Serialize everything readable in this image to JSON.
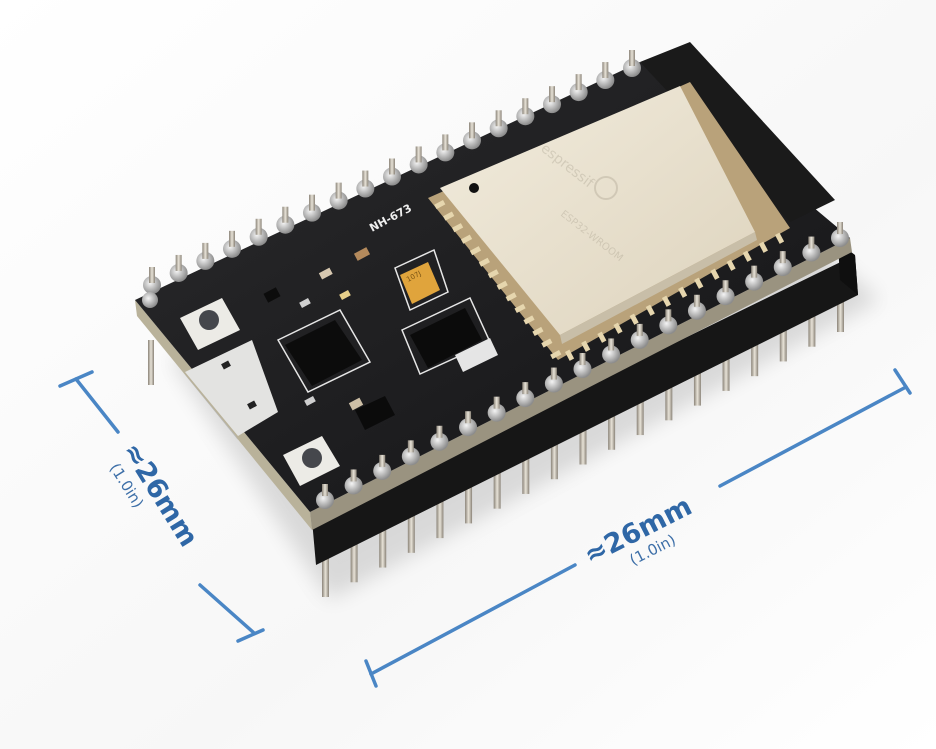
{
  "image": {
    "subject": "ESP32 development board with pin headers",
    "background": "#ffffff",
    "pcb_color": "#1c1c1e",
    "module_shield_color": "#e9e1cf",
    "dimension_color": "#4a86c5"
  },
  "board": {
    "silkscreen_label": "NH-673",
    "capacitor_marking": "107J",
    "components": [
      "esp32-module",
      "usb-uart-chip",
      "voltage-regulator",
      "micro-usb-port",
      "reset-button",
      "boot-button",
      "tantalum-capacitor",
      "pin-headers"
    ]
  },
  "dimensions": {
    "width": {
      "approx_symbol": "≈",
      "value": "26mm",
      "label": "≈26mm",
      "imperial": "(1.0in)"
    },
    "depth": {
      "approx_symbol": "≈",
      "value": "26mm",
      "label": "≈26mm",
      "imperial": "(1.0in)"
    }
  }
}
